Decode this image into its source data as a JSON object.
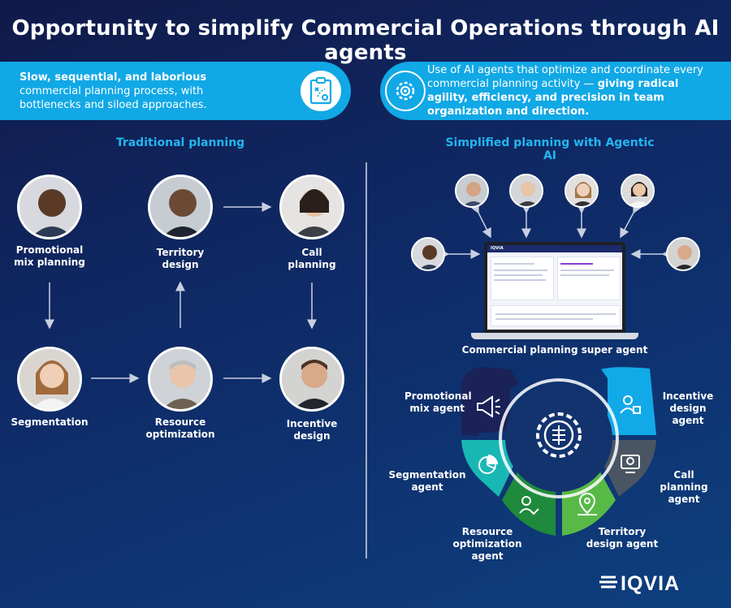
{
  "title": "Opportunity to simplify Commercial Operations through AI agents",
  "banner_left": {
    "bold": "Slow, sequential, and laborious",
    "text": " commercial planning process, with bottlenecks and siloed approaches.",
    "icon": "clipboard-strategy-icon"
  },
  "banner_right": {
    "text": "Use of AI agents that optimize and coordinate every commercial planning activity — ",
    "bold": "giving radical agility, efficiency, and precision in team organization and direction.",
    "icon": "ai-gear-icon"
  },
  "traditional": {
    "title": "Traditional planning",
    "nodes": [
      {
        "label_1": "Promotional",
        "label_2": "mix planning"
      },
      {
        "label_1": "Territory",
        "label_2": "design"
      },
      {
        "label_1": "Call",
        "label_2": "planning"
      },
      {
        "label_1": "Segmentation",
        "label_2": ""
      },
      {
        "label_1": "Resource",
        "label_2": "optimization"
      },
      {
        "label_1": "Incentive",
        "label_2": "design"
      }
    ]
  },
  "agentic": {
    "title": "Simplified planning with Agentic AI",
    "super_agent": "Commercial planning super agent",
    "screen_brand": "IQVIA",
    "agents": [
      {
        "label_1": "Promotional",
        "label_2": "mix agent",
        "color": "#1a2257",
        "icon": "megaphone-icon"
      },
      {
        "label_1": "Incentive",
        "label_2": "design agent",
        "color": "#12a9e8",
        "icon": "person-award-icon"
      },
      {
        "label_1": "Segmentation",
        "label_2": "agent",
        "color": "#19b7b4",
        "icon": "pie-chart-icon"
      },
      {
        "label_1": "Call planning",
        "label_2": "agent",
        "color": "#4a5563",
        "icon": "video-call-icon"
      },
      {
        "label_1": "Resource",
        "label_2": "optimization agent",
        "color": "#1f8a3c",
        "icon": "person-check-icon"
      },
      {
        "label_1": "Territory",
        "label_2": "design agent",
        "color": "#59b947",
        "icon": "map-pin-icon"
      }
    ]
  },
  "logo": "IQVIA",
  "colors": {
    "accent": "#11a8e6",
    "title_accent": "#22b6f0",
    "background": "#0f2a66"
  }
}
